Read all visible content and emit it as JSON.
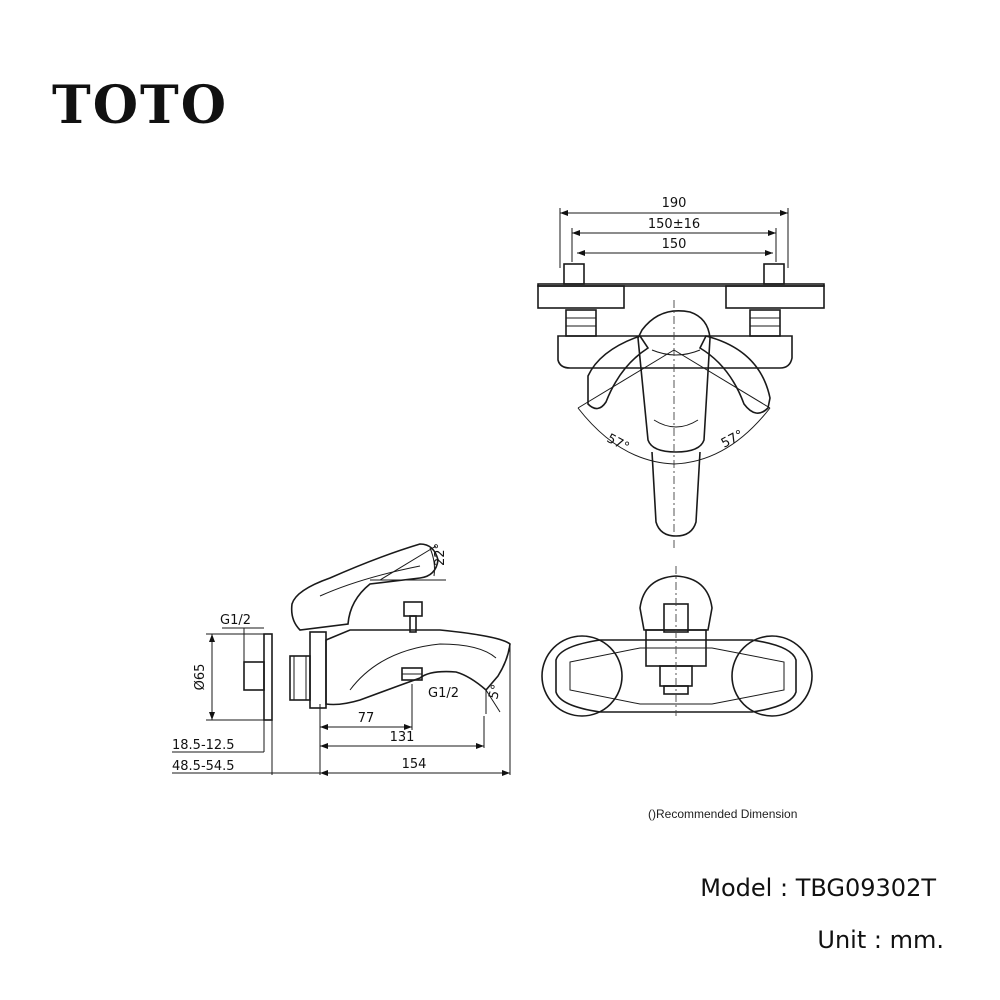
{
  "brand": {
    "logo_text": "TOTO"
  },
  "note": {
    "recommended": "()Recommended Dimension"
  },
  "model": {
    "label": "Model",
    "separator": ":",
    "value": "TBG09302T"
  },
  "unit": {
    "label": "Unit",
    "separator": ":",
    "value": "mm."
  },
  "front_view": {
    "dim_overall": "190",
    "dim_adjust": "150±16",
    "dim_centers": "150",
    "angle_left": "57°",
    "angle_right": "57°"
  },
  "side_view": {
    "angle_handle": "22°",
    "thread_top": "G1/2",
    "diameter": "Ø65",
    "thread_bottom": "G1/2",
    "angle_spout": "5°",
    "dim_77": "77",
    "dim_131": "131",
    "dim_154": "154",
    "dim_wall1": "18.5-12.5",
    "dim_wall2": "48.5-54.5"
  }
}
